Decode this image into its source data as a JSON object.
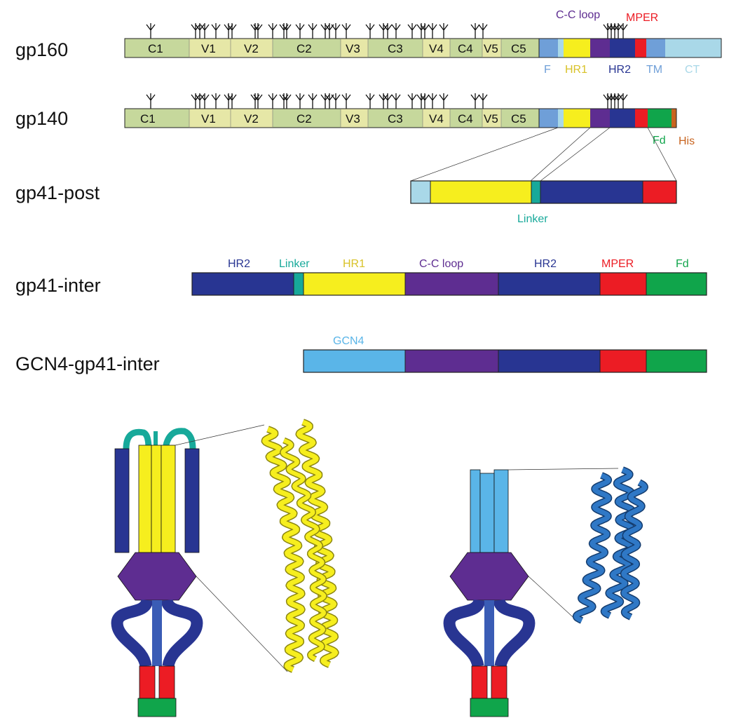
{
  "rows": [
    {
      "label": "gp160",
      "segments": [
        "C1",
        "V1",
        "V2",
        "C2",
        "V3",
        "C3",
        "V4",
        "C4",
        "V5",
        "C5"
      ],
      "annotations_above": [
        "C-C loop",
        "MPER"
      ],
      "annotations_below": [
        "F",
        "HR1",
        "HR2",
        "TM",
        "CT"
      ]
    },
    {
      "label": "gp140",
      "segments": [
        "C1",
        "V1",
        "V2",
        "C2",
        "V3",
        "C3",
        "V4",
        "C4",
        "V5",
        "C5"
      ],
      "annotations_below": [
        "Fd",
        "His"
      ]
    },
    {
      "label": "gp41-post",
      "annotations_below": [
        "Linker"
      ]
    },
    {
      "label": "gp41-inter",
      "annotations_above": [
        "HR2",
        "Linker",
        "HR1",
        "C-C loop",
        "HR2",
        "MPER",
        "Fd"
      ]
    },
    {
      "label": "GCN4-gp41-inter",
      "annotations_above": [
        "GCN4"
      ]
    }
  ],
  "colors": {
    "C": "#c6d89c",
    "V": "#e6e7a7",
    "F": "#6f9fd8",
    "HR1": "#f6ee1e",
    "CC_loop": "#5e2d91",
    "HR2": "#283592",
    "MPER": "#ec1c24",
    "TM": "#6f9fd8",
    "CT": "#a9d8e8",
    "Fd": "#10a54b",
    "His": "#c8641f",
    "Linker": "#17a99a",
    "GCN4": "#5ab5e8",
    "glycan": "#111111"
  },
  "annotation_colors": {
    "CC_loop": "#5e2d91",
    "MPER": "#ec1c24",
    "F": "#6f9fd8",
    "HR1": "#d8c228",
    "HR2": "#283592",
    "TM": "#6f9fd8",
    "CT": "#a9d8e8",
    "Fd": "#10a54b",
    "His": "#c8641f",
    "Linker": "#17a99a",
    "GCN4": "#5ab5e8"
  },
  "glycans": {
    "gp160": 34,
    "gp140": 34
  }
}
